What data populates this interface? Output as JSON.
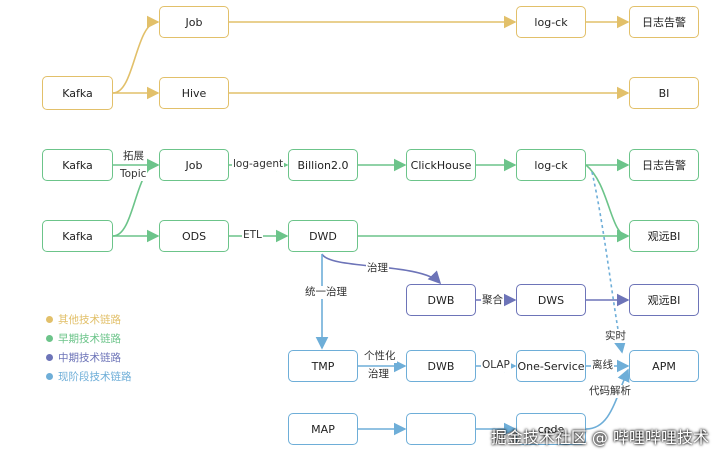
{
  "colors": {
    "yellow": "#e2c06a",
    "green": "#6cc48a",
    "purple": "#6d74b8",
    "blue": "#6eaed8"
  },
  "nodes": {
    "kafka_y": "Kafka",
    "job_y": "Job",
    "hive_y": "Hive",
    "logck_y": "log-ck",
    "alarm_y": "日志告警",
    "bi_y": "BI",
    "kafka_g1": "Kafka",
    "job_g": "Job",
    "billion": "Billion2.0",
    "clickhouse": "ClickHouse",
    "logck_g": "log-ck",
    "alarm_g": "日志告警",
    "kafka_g2": "Kafka",
    "ods": "ODS",
    "dwd": "DWD",
    "guanyuan_bi_g": "观远BI",
    "dwb_p": "DWB",
    "dws": "DWS",
    "guanyuan_bi_p": "观远BI",
    "tmp": "TMP",
    "dwb_b": "DWB",
    "one_service": "One-Service",
    "apm": "APM",
    "map": "MAP",
    "code": "code"
  },
  "edge_labels": {
    "tuozhan": "拓展",
    "topic": "Topic",
    "log_agent": "log-agent",
    "etl": "ETL",
    "zhili": "治理",
    "tongyi_zhili": "统一治理",
    "juhe": "聚合",
    "gexinghua": "个性化",
    "zhili2": "治理",
    "olap": "OLAP",
    "shishi": "实时",
    "lixian": "离线",
    "daima_jiexi": "代码解析"
  },
  "legend": [
    {
      "label": "其他技术链路",
      "color": "#e2c06a"
    },
    {
      "label": "早期技术链路",
      "color": "#6cc48a"
    },
    {
      "label": "中期技术链路",
      "color": "#6d74b8"
    },
    {
      "label": "现阶段技术链路",
      "color": "#6eaed8"
    }
  ],
  "watermark": "掘金技术社区 @ 哔哩哔哩技术"
}
